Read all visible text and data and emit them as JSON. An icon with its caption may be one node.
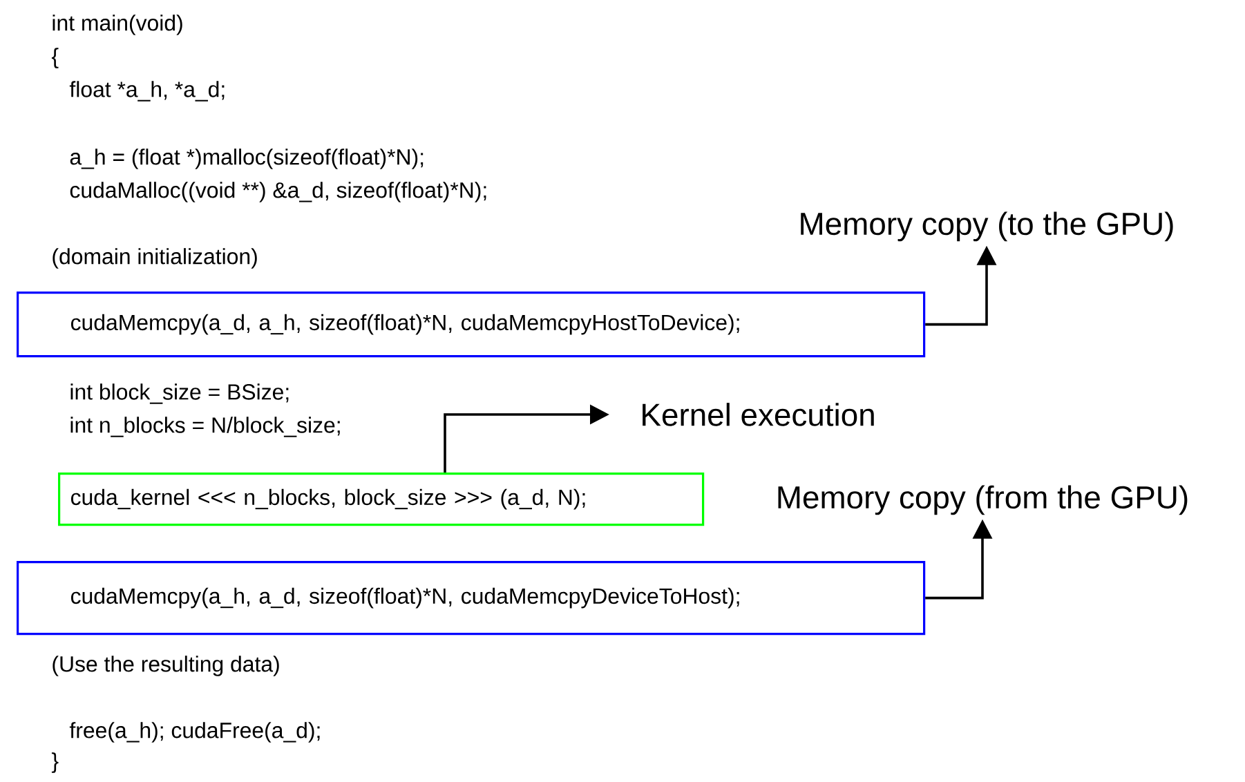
{
  "diagram": {
    "nodes": [
      {
        "text": [
          "cudaMemcpy(a_d, a_h, sizeof(float)*N, cudaMemcpyHostToDevice);"
        ]
      },
      {
        "text": [
          "cuda_kernel <<< n_blocks, block_size >>> (a_d, N);"
        ]
      },
      {
        "text": [
          "cudaMemcpy(a_h, a_d, sizeof(float)*N, cudaMemcpyDeviceToHost);"
        ]
      },
      {
        "text": [
          "Memory copy (to the GPU)"
        ]
      },
      {
        "text": [
          "Kernel execution"
        ]
      },
      {
        "text": [
          "Memory copy (from the GPU)"
        ]
      }
    ],
    "edges": [
      {
        "from": 0,
        "to": 3,
        "arrow": "to"
      },
      {
        "from": 1,
        "to": 4,
        "arrow": "to"
      },
      {
        "from": 2,
        "to": 5,
        "arrow": "to"
      }
    ],
    "labels": [
      "int main(void)",
      "{",
      "float *a_h, *a_d;",
      "a_h = (float *)malloc(sizeof(float)*N);",
      "cudaMalloc((void **) &a_d, sizeof(float)*N);",
      "(domain initialization)",
      "int block_size = BSize;",
      "int n_blocks = N/block_size;",
      "(Use the resulting data)",
      "free(a_h); cudaFree(a_d);",
      "}"
    ]
  }
}
